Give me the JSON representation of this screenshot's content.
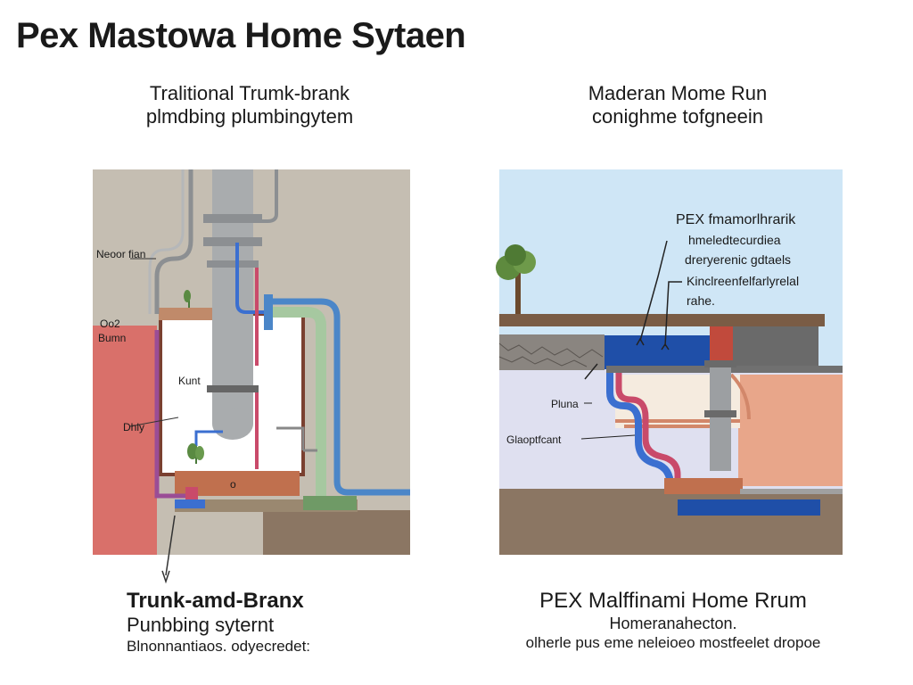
{
  "title": "Pex Mastowa Home Sytaen",
  "left_panel": {
    "heading": [
      "Tralitional Trumk-brank",
      "plmdbing plumbingytem"
    ],
    "labels": {
      "top_left": "Neoor fian",
      "side_top": "Oo2",
      "side_bottom": "Bumn",
      "center": "Kunt",
      "lower": "Dhly",
      "drain": "o"
    },
    "caption": {
      "title": "Trunk-amd-Branx",
      "subtitle": "Punbbing syternt",
      "desc": "Blnonnantiaos. odyecredet:"
    }
  },
  "right_panel": {
    "heading": [
      "Maderan Mome Run",
      "conighme tofgneein"
    ],
    "callout": [
      "PEX fmamorlhrarik",
      "hmeledtecurdiea",
      "dreryerenic gdtaels",
      "Kinclreenfelfarlyrelal",
      "rahe."
    ],
    "labels": {
      "left_upper": "Pluna",
      "left_lower": "Glaoptfcant"
    },
    "caption": {
      "title": "PEX Malffinami Home Rrum",
      "subtitle": "Homeranahecton.",
      "desc": "olherle pus eme neleioeo mostfeelet dropoe"
    }
  },
  "colors": {
    "wall_left": "#c5beb2",
    "red_wall": "#d9706a",
    "sky_right": "#cfe6f6",
    "pipe_gray": "#a9acae",
    "pipe_blue": "#3b6fd0",
    "pipe_red": "#c94a6a",
    "copper": "#b86a4a",
    "ground": "#8b7663",
    "wall_right": "#e8a68a",
    "roof": "#7a5c45",
    "dark_blue": "#1f4fa8"
  },
  "icons": [
    "tree-icon",
    "plant-icon"
  ]
}
